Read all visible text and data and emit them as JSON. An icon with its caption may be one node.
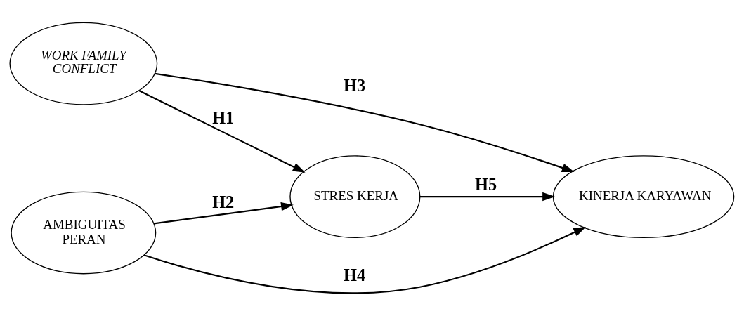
{
  "diagram": {
    "nodes": [
      {
        "text": [
          "WORK FAMILY CONFLICT"
        ]
      },
      {
        "text": [
          "AMBIGUITAS PERAN"
        ]
      },
      {
        "text": [
          "STRES KERJA"
        ]
      },
      {
        "text": [
          "KINERJA KARYAWAN"
        ]
      }
    ],
    "edges": [
      {
        "from": 0,
        "to": 2,
        "arrow": "to",
        "label": "H1"
      },
      {
        "from": 1,
        "to": 2,
        "arrow": "to",
        "label": "H2"
      },
      {
        "from": 0,
        "to": 3,
        "arrow": "to",
        "label": "H3"
      },
      {
        "from": 1,
        "to": 3,
        "arrow": "to",
        "label": "H4"
      },
      {
        "from": 2,
        "to": 3,
        "arrow": "to",
        "label": "H5"
      }
    ]
  }
}
